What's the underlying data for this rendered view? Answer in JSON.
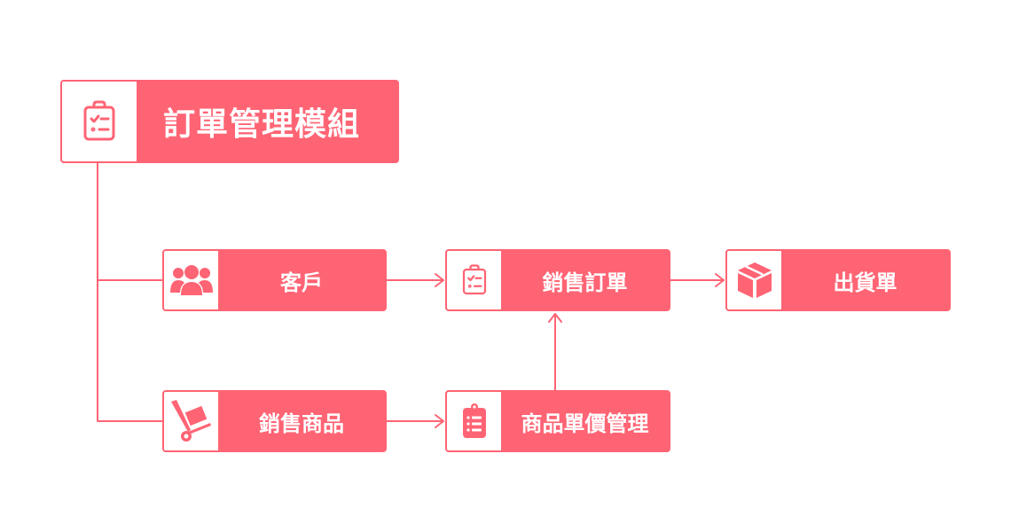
{
  "colors": {
    "accent": "#ff6474",
    "background": "#ffffff"
  },
  "root": {
    "label": "訂單管理模組",
    "icon": "clipboard-check-icon"
  },
  "nodes": {
    "customer": {
      "label": "客戶",
      "icon": "users-icon"
    },
    "sales_product": {
      "label": "銷售商品",
      "icon": "hand-truck-icon"
    },
    "sales_order": {
      "label": "銷售訂單",
      "icon": "clipboard-check-icon"
    },
    "price_management": {
      "label": "商品單價管理",
      "icon": "clipboard-list-icon"
    },
    "delivery_note": {
      "label": "出貨單",
      "icon": "box-icon"
    }
  },
  "edges": [
    {
      "from": "root",
      "to": "customer"
    },
    {
      "from": "root",
      "to": "sales_product"
    },
    {
      "from": "customer",
      "to": "sales_order"
    },
    {
      "from": "sales_product",
      "to": "price_management"
    },
    {
      "from": "price_management",
      "to": "sales_order"
    },
    {
      "from": "sales_order",
      "to": "delivery_note"
    }
  ]
}
